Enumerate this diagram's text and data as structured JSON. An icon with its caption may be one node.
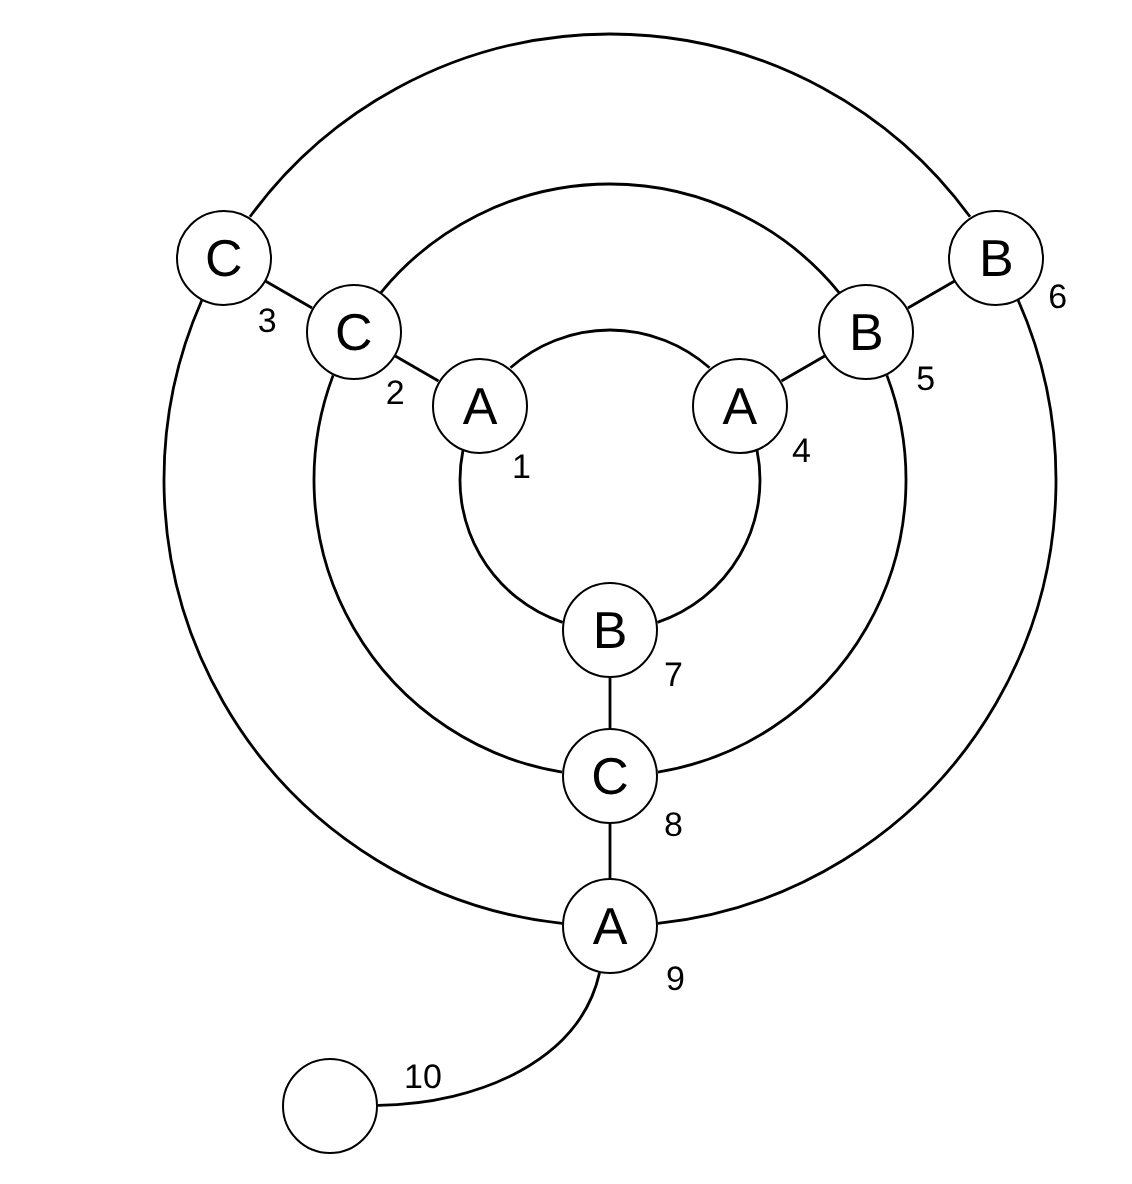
{
  "diagram": {
    "nodes": [
      {
        "text": [
          "A"
        ],
        "beside": [
          "1"
        ]
      },
      {
        "text": [
          "C"
        ],
        "beside": [
          "2"
        ]
      },
      {
        "text": [
          "C"
        ],
        "beside": [
          "3"
        ]
      },
      {
        "text": [
          "A"
        ],
        "beside": [
          "4"
        ]
      },
      {
        "text": [
          "B"
        ],
        "beside": [
          "5"
        ]
      },
      {
        "text": [
          "B"
        ],
        "beside": [
          "6"
        ]
      },
      {
        "text": [
          "B"
        ],
        "beside": [
          "7"
        ]
      },
      {
        "text": [
          "C"
        ],
        "beside": [
          "8"
        ]
      },
      {
        "text": [
          "A"
        ],
        "beside": [
          "9"
        ]
      },
      {
        "text": [],
        "shape": "circle",
        "beside": [
          "10"
        ]
      }
    ],
    "edges": [
      {
        "from": 0,
        "to": 3,
        "arrow": "none"
      },
      {
        "from": 3,
        "to": 6,
        "arrow": "none"
      },
      {
        "from": 6,
        "to": 0,
        "arrow": "none"
      },
      {
        "from": 1,
        "to": 4,
        "arrow": "none"
      },
      {
        "from": 4,
        "to": 7,
        "arrow": "none"
      },
      {
        "from": 7,
        "to": 1,
        "arrow": "none"
      },
      {
        "from": 2,
        "to": 5,
        "arrow": "none"
      },
      {
        "from": 5,
        "to": 8,
        "arrow": "none"
      },
      {
        "from": 8,
        "to": 2,
        "arrow": "none"
      },
      {
        "from": 0,
        "to": 1,
        "arrow": "none"
      },
      {
        "from": 1,
        "to": 2,
        "arrow": "none"
      },
      {
        "from": 3,
        "to": 4,
        "arrow": "none"
      },
      {
        "from": 4,
        "to": 5,
        "arrow": "none"
      },
      {
        "from": 6,
        "to": 7,
        "arrow": "none"
      },
      {
        "from": 7,
        "to": 8,
        "arrow": "none"
      },
      {
        "from": 8,
        "to": 9,
        "arrow": "none"
      }
    ]
  }
}
